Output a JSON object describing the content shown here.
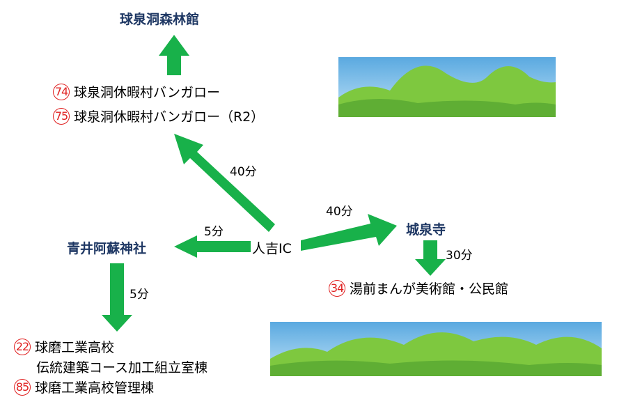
{
  "places": {
    "kyusendo_forest": "球泉洞森林館",
    "aoi_aso": "青井阿蘇神社",
    "hitoyoshi_ic": "人吉IC",
    "josenji": "城泉寺"
  },
  "items": {
    "n74": {
      "num": "74",
      "label": "球泉洞休暇村バンガロー"
    },
    "n75": {
      "num": "75",
      "label": "球泉洞休暇村バンガロー（R2）"
    },
    "n34": {
      "num": "34",
      "label": "湯前まんが美術館・公民館"
    },
    "n22": {
      "num": "22",
      "line1": "球磨工業高校",
      "line2": "伝統建築コース加工組立室棟"
    },
    "n85": {
      "num": "85",
      "label": "球磨工業高校管理棟"
    }
  },
  "times": {
    "ic_to_kyusendo": "40分",
    "ic_to_josenji": "40分",
    "ic_to_aoi": "5分",
    "josenji_to_yunomae": "30分",
    "aoi_to_kuma": "5分"
  },
  "colors": {
    "arrow": "#18b14a",
    "place_text": "#1f3864",
    "badge": "#e02020",
    "sky": "#6fb6e6",
    "hill": "#7ec83f"
  },
  "icons": [
    "mountain-landscape-icon",
    "green-arrow-icon"
  ]
}
